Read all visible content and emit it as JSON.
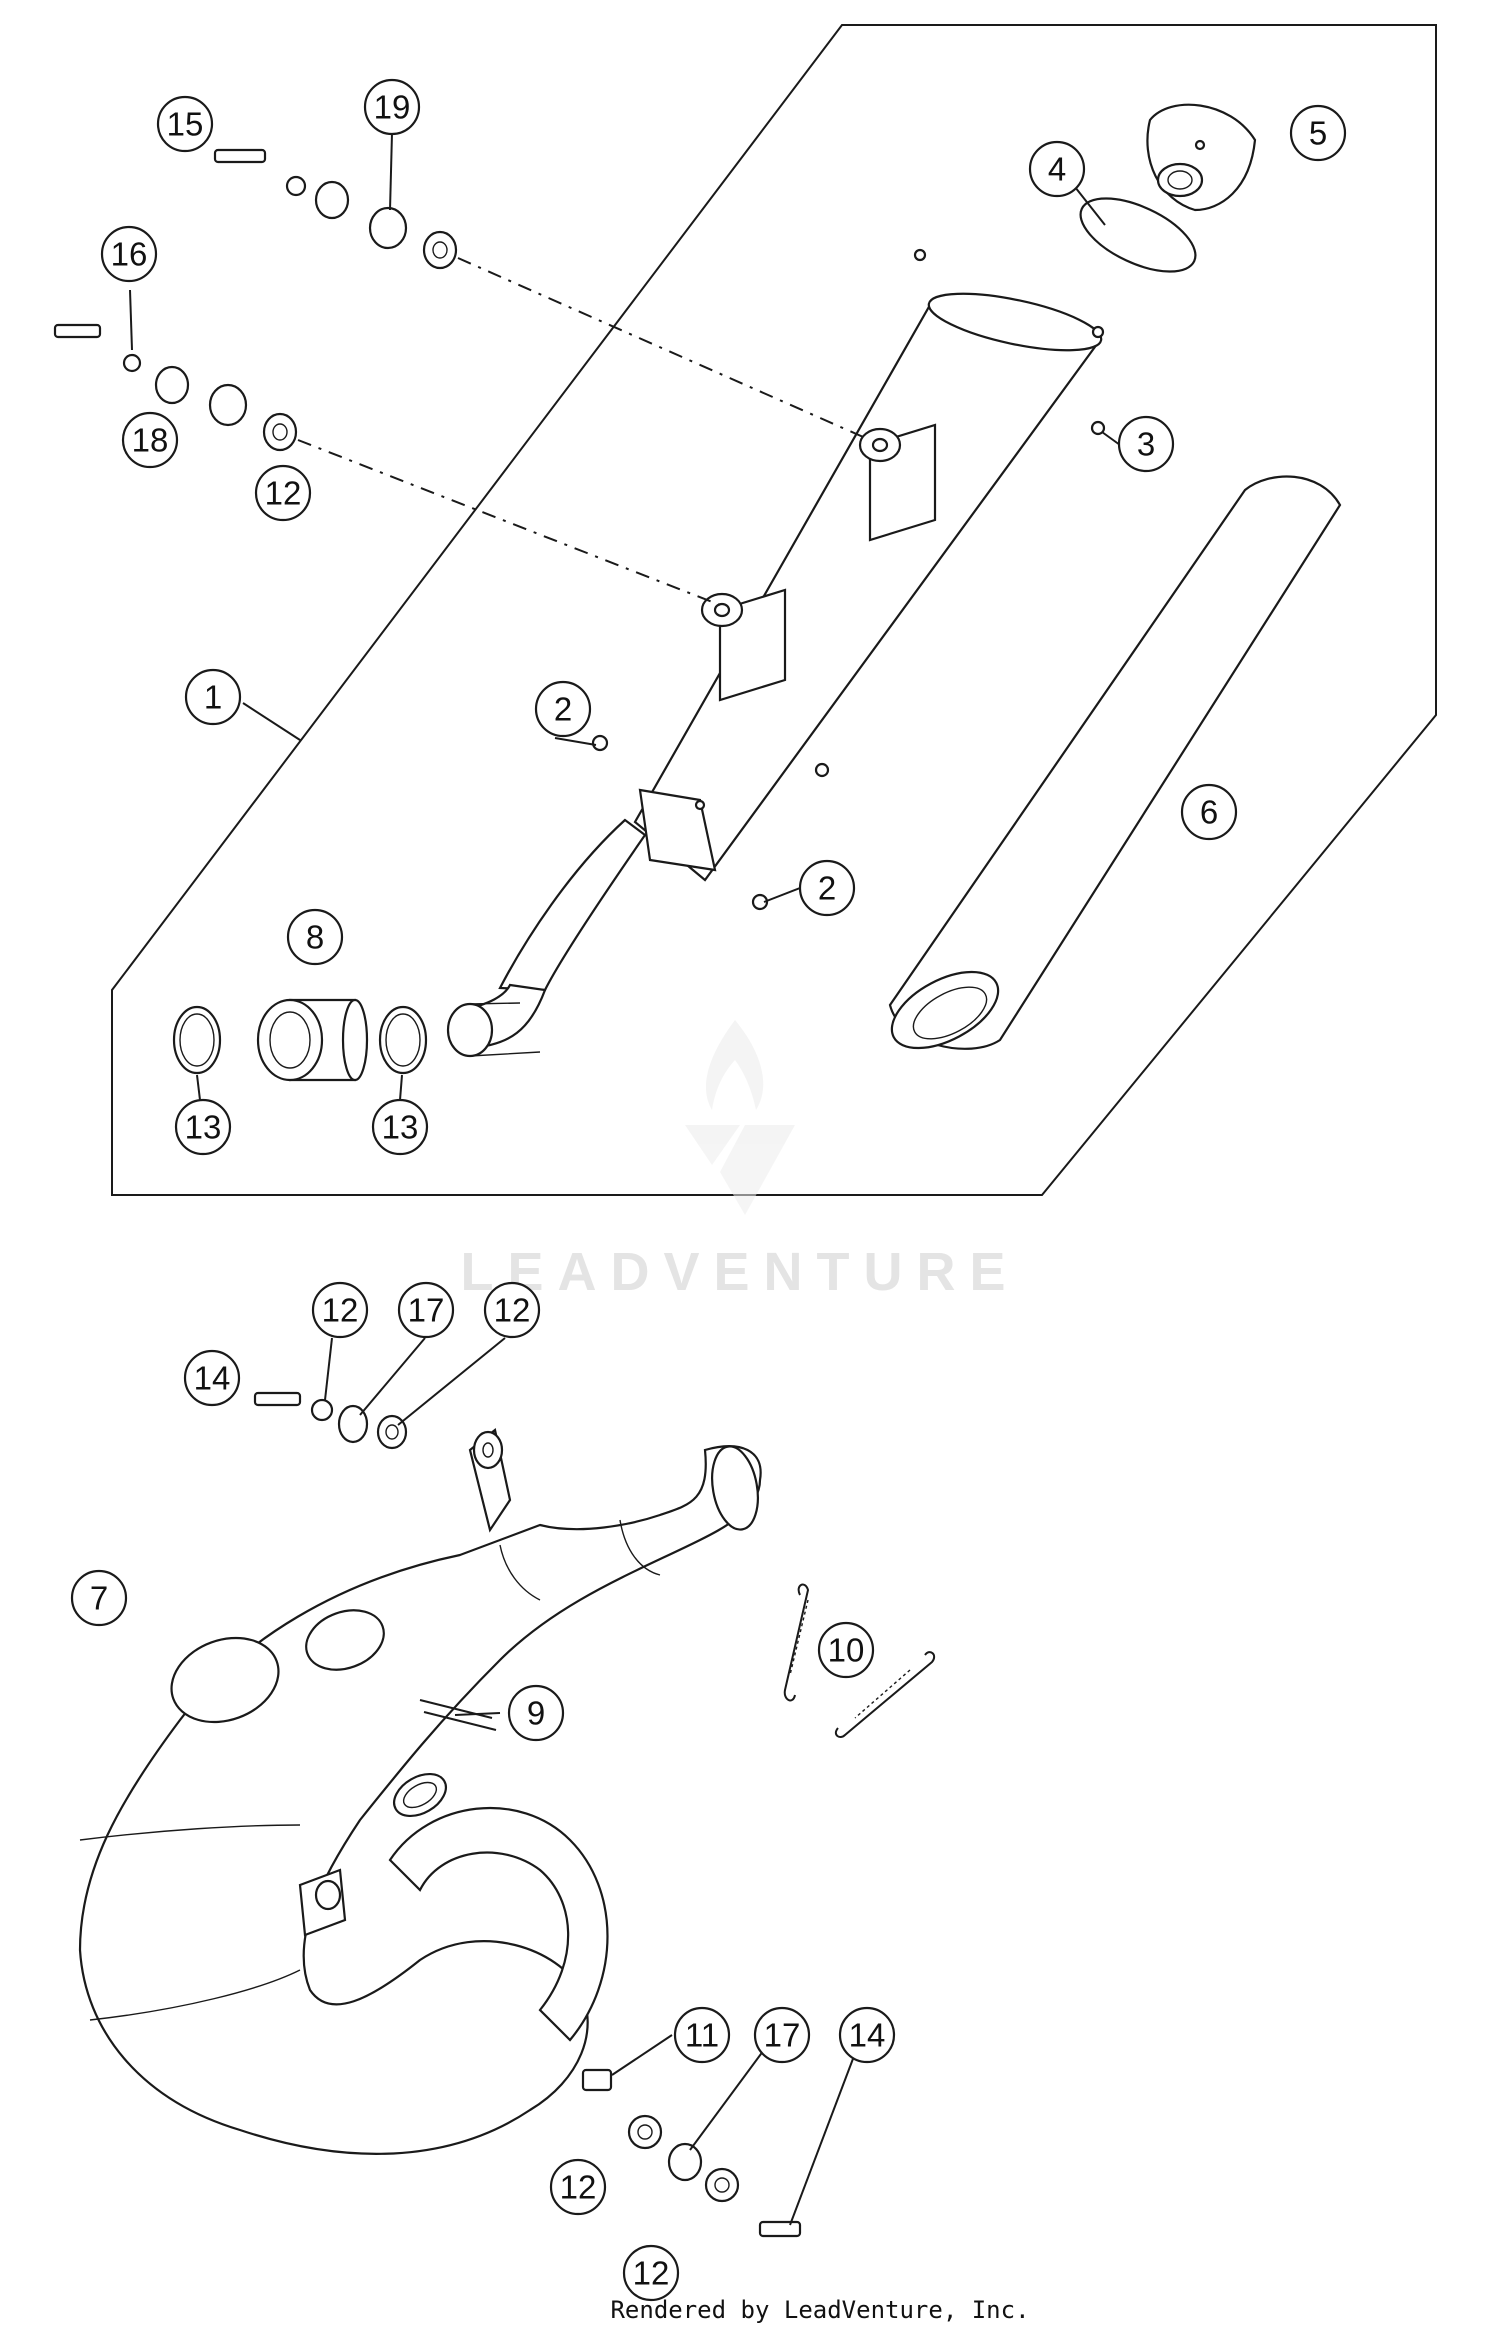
{
  "diagram": {
    "footer": "Rendered by LeadVenture, Inc.",
    "watermark": "LEADVENTURE",
    "callouts": [
      {
        "id": "c1",
        "label": "1"
      },
      {
        "id": "c2a",
        "label": "2"
      },
      {
        "id": "c2b",
        "label": "2"
      },
      {
        "id": "c3",
        "label": "3"
      },
      {
        "id": "c4",
        "label": "4"
      },
      {
        "id": "c5",
        "label": "5"
      },
      {
        "id": "c6",
        "label": "6"
      },
      {
        "id": "c7",
        "label": "7"
      },
      {
        "id": "c8",
        "label": "8"
      },
      {
        "id": "c9",
        "label": "9"
      },
      {
        "id": "c10",
        "label": "10"
      },
      {
        "id": "c11",
        "label": "11"
      },
      {
        "id": "c12a",
        "label": "12"
      },
      {
        "id": "c12b",
        "label": "12"
      },
      {
        "id": "c12c",
        "label": "12"
      },
      {
        "id": "c12d",
        "label": "12"
      },
      {
        "id": "c12e",
        "label": "12"
      },
      {
        "id": "c13a",
        "label": "13"
      },
      {
        "id": "c13b",
        "label": "13"
      },
      {
        "id": "c14a",
        "label": "14"
      },
      {
        "id": "c14b",
        "label": "14"
      },
      {
        "id": "c15",
        "label": "15"
      },
      {
        "id": "c16",
        "label": "16"
      },
      {
        "id": "c17a",
        "label": "17"
      },
      {
        "id": "c17b",
        "label": "17"
      },
      {
        "id": "c18",
        "label": "18"
      },
      {
        "id": "c19",
        "label": "19"
      }
    ]
  }
}
